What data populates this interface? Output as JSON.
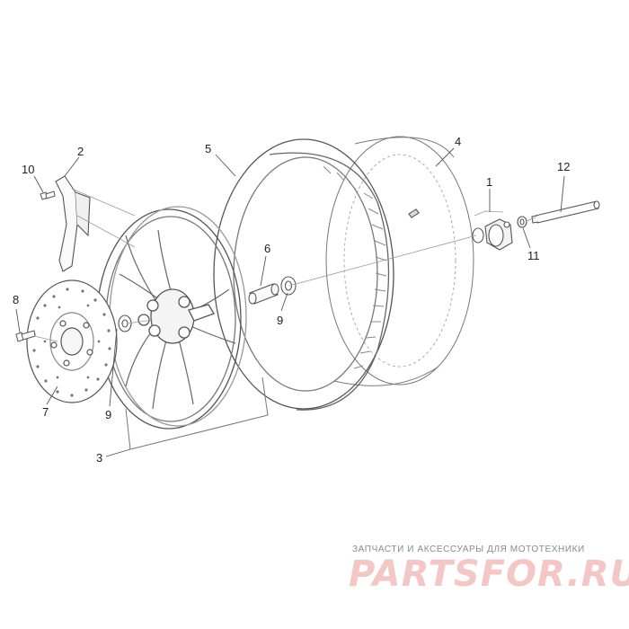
{
  "callouts": {
    "c1": "1",
    "c2": "2",
    "c3": "3",
    "c4": "4",
    "c5": "5",
    "c6": "6",
    "c7": "7",
    "c8": "8",
    "c9a": "9",
    "c9b": "9",
    "c10": "10",
    "c11": "11",
    "c12": "12"
  },
  "watermark": {
    "caption": "ЗАПЧАСТИ И АКСЕССУАРЫ ДЛЯ МОТОТЕХНИКИ",
    "logo": "PARTSFOR.RU"
  },
  "colors": {
    "line": "#555555",
    "light": "#9a9a9a",
    "logo": "#f4c7c7",
    "caption": "#8a8a8a"
  }
}
